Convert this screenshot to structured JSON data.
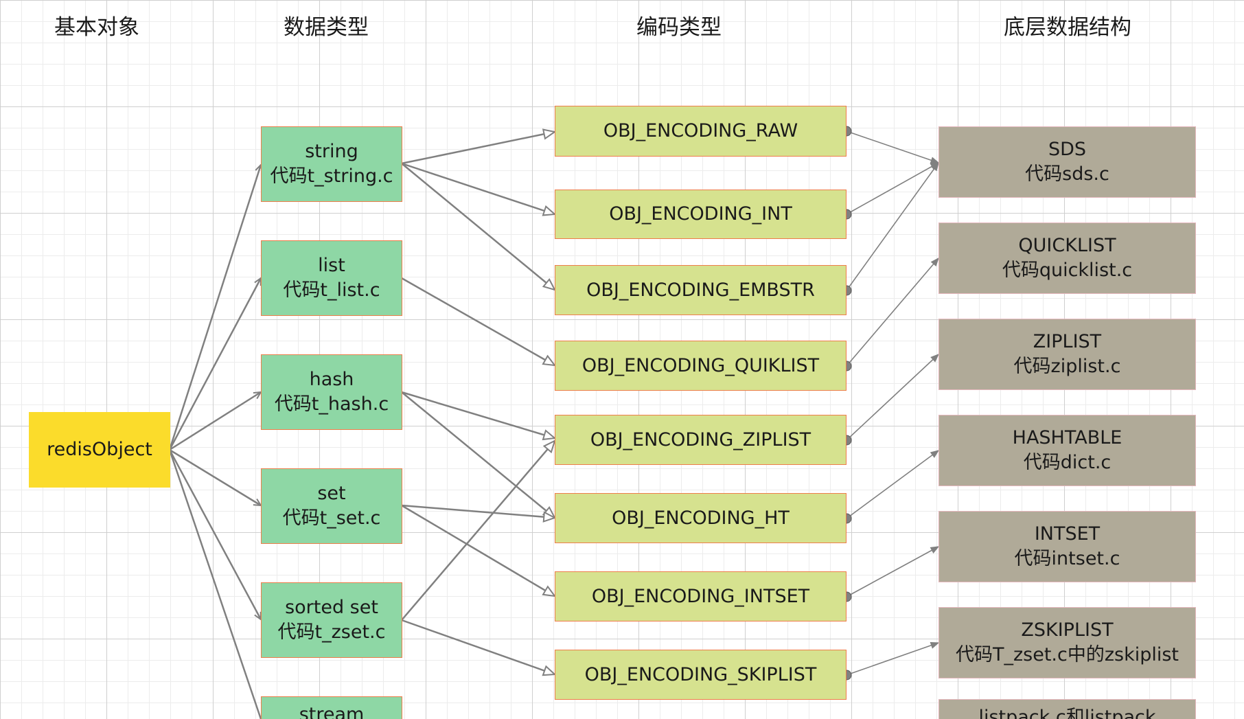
{
  "headers": {
    "col1": "基本对象",
    "col2": "数据类型",
    "col3": "编码类型",
    "col4": "底层数据结构"
  },
  "redis_object": "redisObject",
  "data_types": {
    "string": {
      "name": "string",
      "code": "代码t_string.c"
    },
    "list": {
      "name": "list",
      "code": "代码t_list.c"
    },
    "hash": {
      "name": "hash",
      "code": "代码t_hash.c"
    },
    "set": {
      "name": "set",
      "code": "代码t_set.c"
    },
    "zset": {
      "name": "sorted set",
      "code": "代码t_zset.c"
    },
    "stream": {
      "name": "stream",
      "code": ""
    }
  },
  "encodings": {
    "raw": "OBJ_ENCODING_RAW",
    "int": "OBJ_ENCODING_INT",
    "embstr": "OBJ_ENCODING_EMBSTR",
    "quicklist": "OBJ_ENCODING_QUIKLIST",
    "ziplist": "OBJ_ENCODING_ZIPLIST",
    "ht": "OBJ_ENCODING_HT",
    "intset": "OBJ_ENCODING_INTSET",
    "skiplist": "OBJ_ENCODING_SKIPLIST"
  },
  "structures": {
    "sds": {
      "name": "SDS",
      "code": "代码sds.c"
    },
    "quicklist": {
      "name": "QUICKLIST",
      "code": "代码quicklist.c"
    },
    "ziplist": {
      "name": "ZIPLIST",
      "code": "代码ziplist.c"
    },
    "hashtable": {
      "name": "HASHTABLE",
      "code": "代码dict.c"
    },
    "intset": {
      "name": "INTSET",
      "code": "代码intset.c"
    },
    "zskiplist": {
      "name": "ZSKIPLIST",
      "code": "代码T_zset.c中的zskiplist"
    },
    "listpack": {
      "name": "listpack.c和listpack",
      "code": ""
    }
  },
  "colors": {
    "redis_object": "#fbdc2b",
    "data_type_fill": "#8ed7a5",
    "encoding_fill": "#d6e28f",
    "structure_fill": "#b0aa98",
    "node_border": "#ee7d4a",
    "structure_border": "#e5b7bd",
    "edge": "#808080"
  }
}
